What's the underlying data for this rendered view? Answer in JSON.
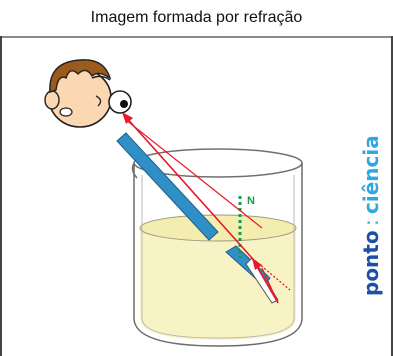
{
  "header": {
    "title": "Imagem formada por refração"
  },
  "diagram": {
    "normal_label": "N",
    "colors": {
      "ray": "#e8192c",
      "normal": "#1a9a4a",
      "rod": "#2f8fc6",
      "water": "#f8f3c4",
      "glass_outline": "#666666",
      "skin": "#fbd7b2",
      "hair": "#9c5a1c"
    },
    "icons": [
      "observer-face-icon",
      "eye-icon"
    ]
  },
  "brand": {
    "logo_text": "ponto ciência",
    "colors": {
      "primary": "#1e4fa6",
      "accent": "#2fa7e0"
    }
  }
}
